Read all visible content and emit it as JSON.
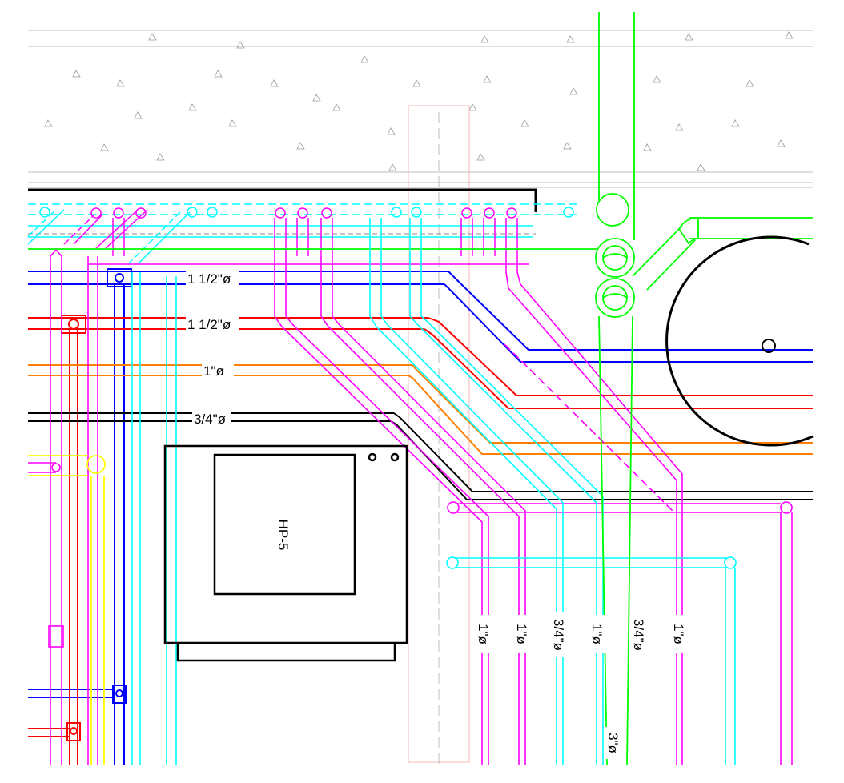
{
  "drawing": {
    "equipment": {
      "label": "HP-5"
    },
    "pipe_labels": {
      "blue_main": "1 1/2\"ø",
      "red_main": "1 1/2\"ø",
      "orange_main": "1\"ø",
      "black_main": "3/4\"ø",
      "vertical": [
        "1\"ø",
        "1\"ø",
        "3/4\"ø",
        "1\"ø",
        "3/4\"ø",
        "1\"ø"
      ],
      "riser": "3\"ø"
    },
    "colors": {
      "magenta": "#ff00ff",
      "cyan": "#00ffff",
      "blue": "#0000ff",
      "red": "#ff0000",
      "orange": "#ff7f00",
      "black": "#000000",
      "green": "#00ff00",
      "yellow": "#ffff00",
      "slab": "#bdbdbd"
    }
  }
}
